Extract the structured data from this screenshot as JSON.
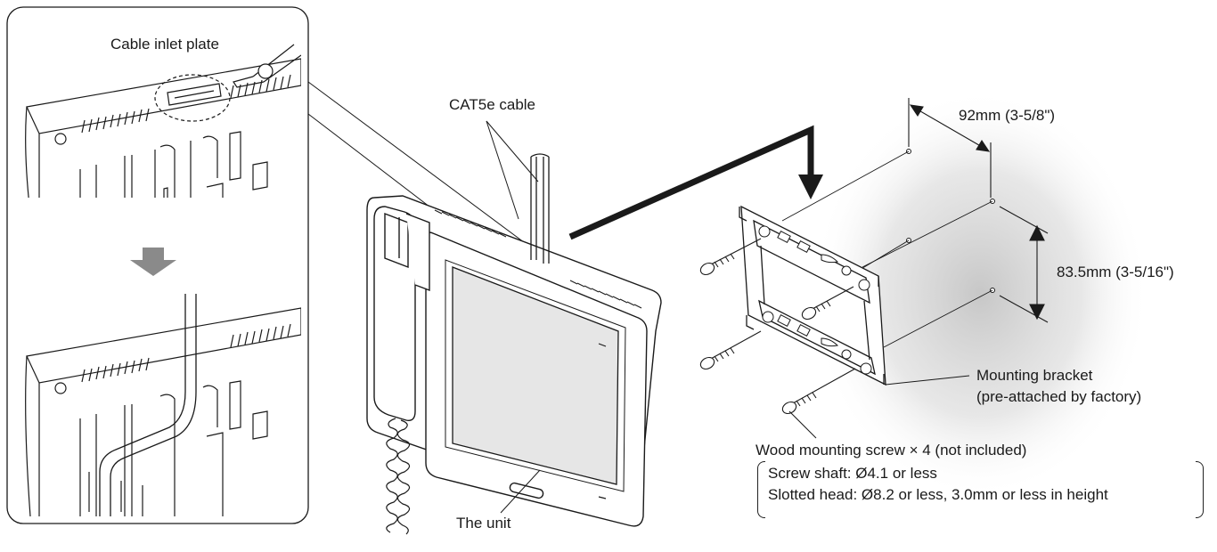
{
  "labels": {
    "cable_inlet_plate": "Cable inlet plate",
    "cat5e_cable": "CAT5e cable",
    "unit": "The unit",
    "dim_horizontal": "92mm (3-5/8\")",
    "dim_vertical": "83.5mm (3-5/16\")",
    "bracket_line1": "Mounting bracket",
    "bracket_line2": "(pre-attached by factory)",
    "screw_title": "Wood mounting screw × 4 (not included)",
    "screw_spec1": "Screw shaft: Ø4.1 or less",
    "screw_spec2": "Slotted head: Ø8.2 or less, 3.0mm or less in height"
  },
  "colors": {
    "line": "#1a1a1a",
    "arrow_gray": "#8a8a8a",
    "wall_shadow": "#bdbdbd",
    "screen": "#e6e6e6"
  }
}
